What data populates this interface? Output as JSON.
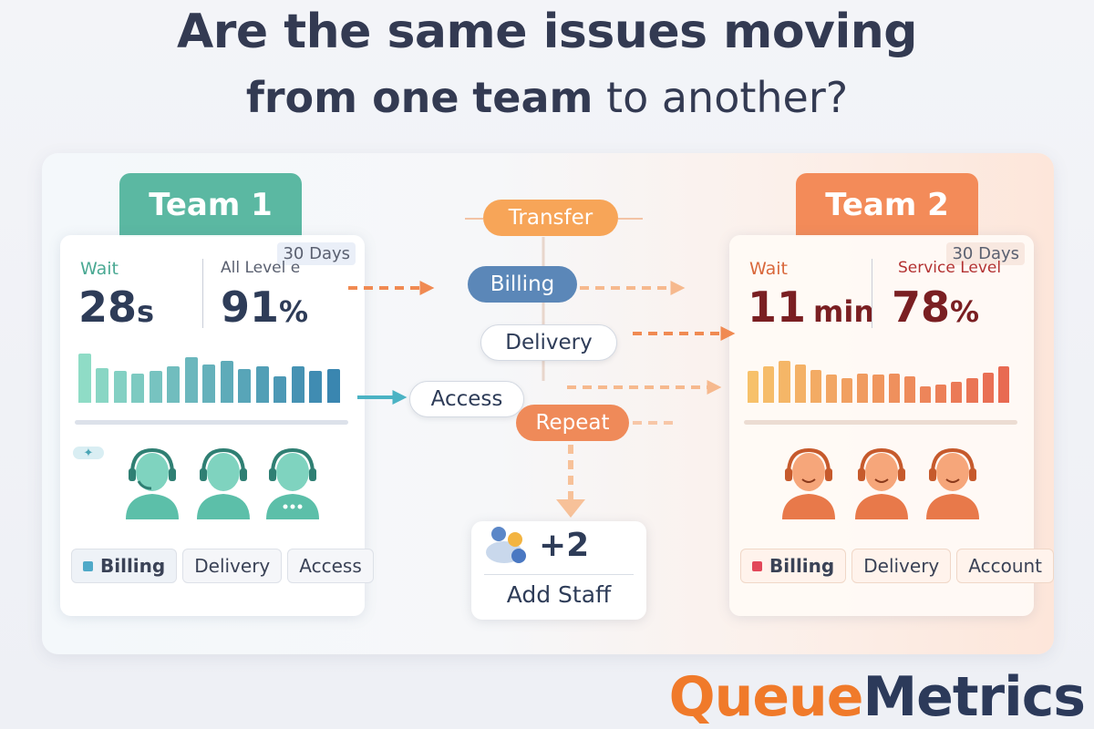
{
  "headline": {
    "line1": "Are the same issues moving",
    "line2_part1": "from one",
    "line2_part2": "team",
    "line2_part3": "to another?"
  },
  "team1": {
    "title": "Team 1",
    "period": "30 Days",
    "metric_a_label": "Wait",
    "metric_a_value": "28",
    "metric_a_unit": "s",
    "metric_b_label": "All Level e",
    "metric_b_value": "91",
    "metric_b_unit": "%",
    "bar_levels": [
      0.85,
      0.6,
      0.55,
      0.5,
      0.55,
      0.62,
      0.78,
      0.65,
      0.72,
      0.58,
      0.62,
      0.45,
      0.62,
      0.55,
      0.58
    ],
    "chips": [
      {
        "label": "Billing",
        "active": true
      },
      {
        "label": "Delivery",
        "active": false
      },
      {
        "label": "Access",
        "active": false
      }
    ],
    "color": "#5bb8a2"
  },
  "team2": {
    "title": "Team 2",
    "period": "30 Days",
    "metric_a_label": "Wait",
    "metric_a_value": "11",
    "metric_a_unit": "min",
    "metric_b_label": "Service Level",
    "metric_b_value": "78",
    "metric_b_unit": "%",
    "bar_levels": [
      0.55,
      0.62,
      0.72,
      0.66,
      0.56,
      0.48,
      0.42,
      0.5,
      0.48,
      0.5,
      0.45,
      0.28,
      0.32,
      0.36,
      0.42,
      0.52,
      0.62
    ],
    "chips": [
      {
        "label": "Billing",
        "active": true
      },
      {
        "label": "Delivery",
        "active": false
      },
      {
        "label": "Account",
        "active": false
      }
    ],
    "color": "#f38b59"
  },
  "flow": {
    "transfer": "Transfer",
    "billing": "Billing",
    "delivery": "Delivery",
    "access": "Access",
    "repeat": "Repeat"
  },
  "staff": {
    "count": "+2",
    "label": "Add Staff"
  },
  "brand": {
    "part1": "Queue",
    "part2": "Metrics"
  },
  "icons": {
    "agent": "headset-agent-icon",
    "staff": "staff-group-icon",
    "spark": "sparkle-icon"
  }
}
